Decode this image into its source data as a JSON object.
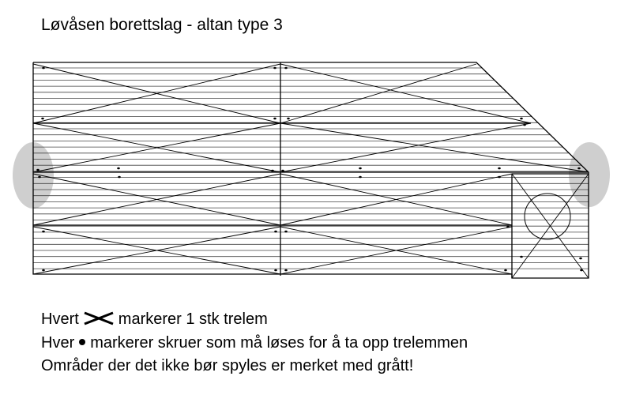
{
  "title": "Løvåsen borettslag - altan type 3",
  "legend": {
    "line1_prefix": "Hvert",
    "line1_suffix": "markerer 1 stk trelem",
    "line2_prefix": "Hver",
    "line2_suffix": "markerer skruer som må løses for å ta opp trelemmen",
    "line3": "Områder der det ikke bør spyles er merket med grått!"
  },
  "symbols": {
    "board_cross": "cross-icon",
    "screw": "dot-icon"
  },
  "colors": {
    "no_wash_area": "#cfcfcf",
    "ink": "#000000"
  }
}
